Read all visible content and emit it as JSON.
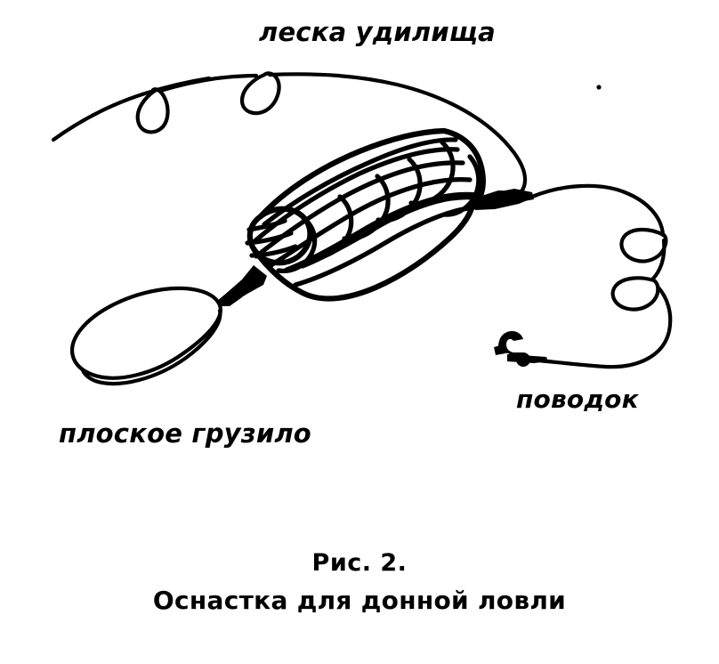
{
  "figure": {
    "background_color": "#ffffff",
    "ink_color": "#000000",
    "labels": {
      "rod_line": "леска удилища",
      "flat_sinker": "плоское грузило",
      "leader": "поводок"
    },
    "caption": {
      "number": "Рис. 2.",
      "title": "Оснастка для донной ловли"
    },
    "parts": [
      {
        "name": "rod-line",
        "label": "леска удилища",
        "description": "main line from rod with two hanging loops"
      },
      {
        "name": "feeder-cage",
        "label": "",
        "description": "mesh cylinder feeder drawn in perspective"
      },
      {
        "name": "flat-sinker",
        "label": "плоское грузило",
        "description": "flat oval lead weight"
      },
      {
        "name": "leader",
        "label": "поводок",
        "description": "leader line with two loops ending in a hook"
      },
      {
        "name": "hook",
        "label": "",
        "description": "fishing hook at the end of the leader"
      },
      {
        "name": "swivel-right",
        "label": "",
        "description": "connector joining rod line, feeder and leader"
      },
      {
        "name": "swivel-left",
        "label": "",
        "description": "connector joining feeder and flat sinker"
      }
    ]
  }
}
